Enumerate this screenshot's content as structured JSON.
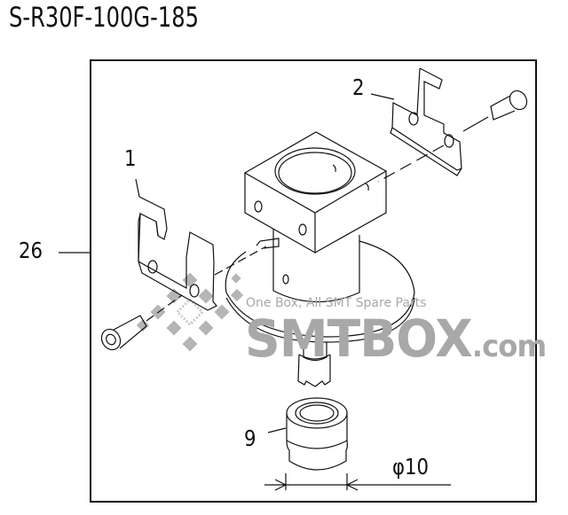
{
  "title": "S-R30F-100G-185",
  "callouts": {
    "part_1": "1",
    "part_2": "2",
    "part_9": "9",
    "part_26": "26"
  },
  "dimension": {
    "label": "φ10"
  },
  "watermark": {
    "tagline": "One Box, All SMT Spare Parts",
    "brand": "SMTBOX",
    "suffix": ".com"
  },
  "colors": {
    "line": "#111111",
    "watermark": "#a8a8a8",
    "background": "#ffffff"
  }
}
